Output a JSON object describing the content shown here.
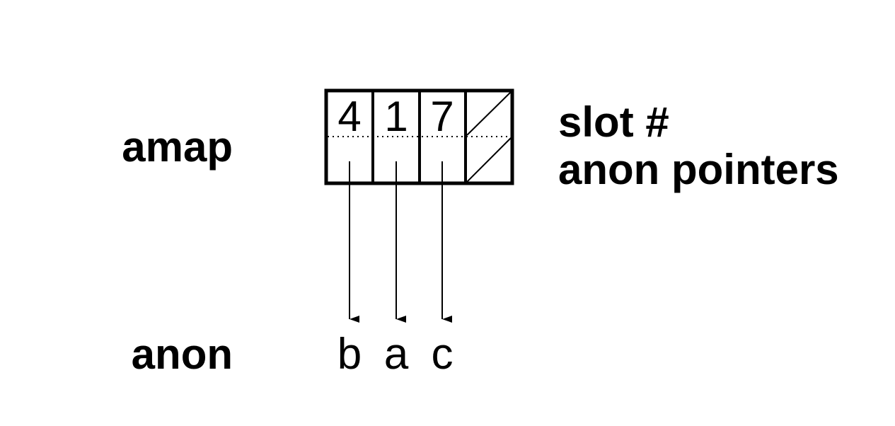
{
  "labels": {
    "amap": "amap",
    "anon": "anon",
    "slot_num": "slot #",
    "anon_pointers": "anon pointers"
  },
  "slots": [
    {
      "slot": "4",
      "anon": "b"
    },
    {
      "slot": "1",
      "anon": "a"
    },
    {
      "slot": "7",
      "anon": "c"
    },
    {
      "slot": "",
      "anon": "",
      "empty": true
    }
  ],
  "colors": {
    "stroke": "#000000",
    "background": "#ffffff"
  }
}
